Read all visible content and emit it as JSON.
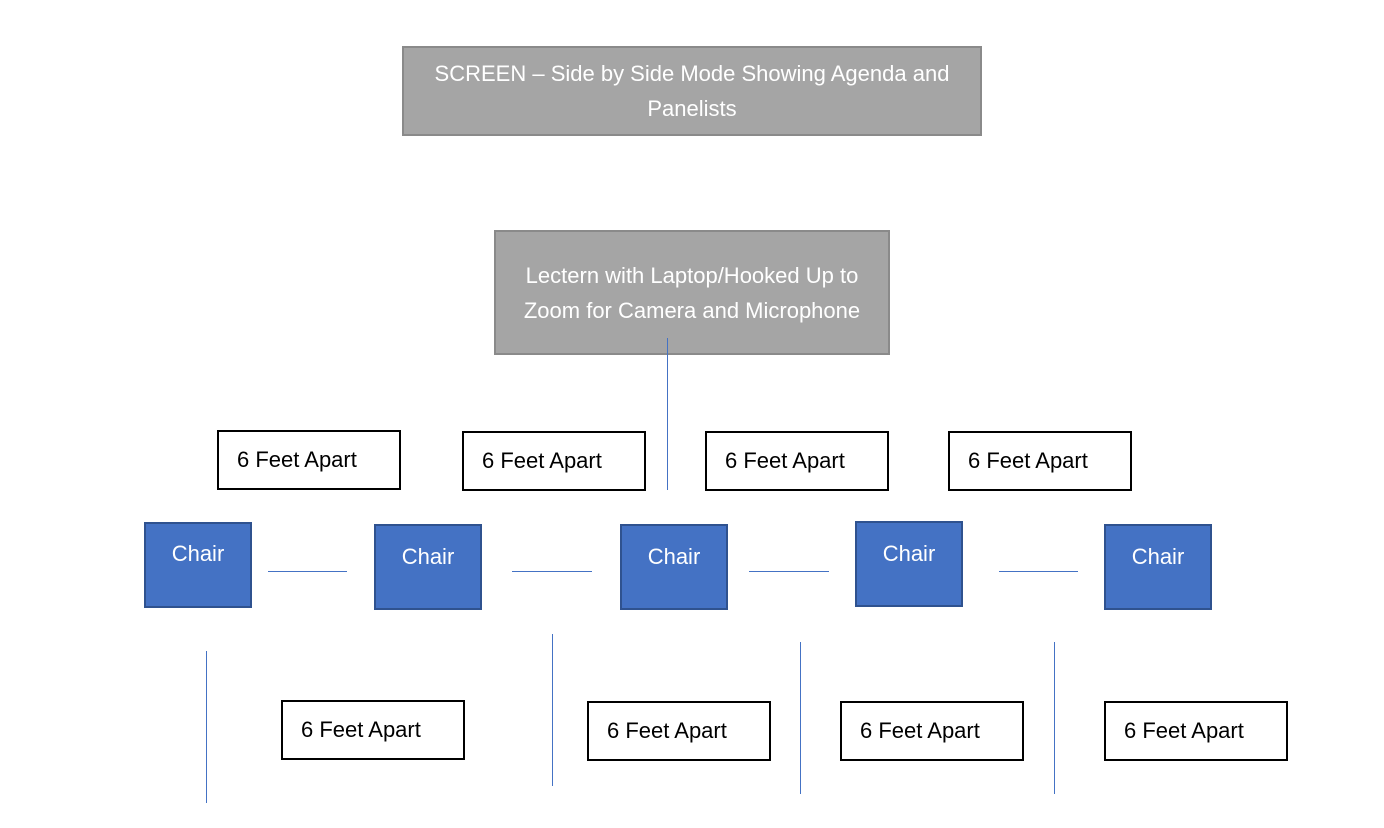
{
  "screen": {
    "label": "SCREEN – Side by Side Mode Showing Agenda and Panelists"
  },
  "lectern": {
    "label": "Lectern with Laptop/Hooked Up to Zoom for Camera and Microphone"
  },
  "spacing_top": [
    {
      "label": "6 Feet Apart"
    },
    {
      "label": "6 Feet Apart"
    },
    {
      "label": "6 Feet Apart"
    },
    {
      "label": "6 Feet Apart"
    }
  ],
  "chairs": [
    {
      "label": "Chair"
    },
    {
      "label": "Chair"
    },
    {
      "label": "Chair"
    },
    {
      "label": "Chair"
    },
    {
      "label": "Chair"
    }
  ],
  "spacing_bottom": [
    {
      "label": "6 Feet Apart"
    },
    {
      "label": "6 Feet Apart"
    },
    {
      "label": "6 Feet Apart"
    },
    {
      "label": "6 Feet Apart"
    }
  ],
  "colors": {
    "screen_fill": "#a5a5a5",
    "chair_fill": "#4472c4",
    "connector": "#4472c4"
  }
}
